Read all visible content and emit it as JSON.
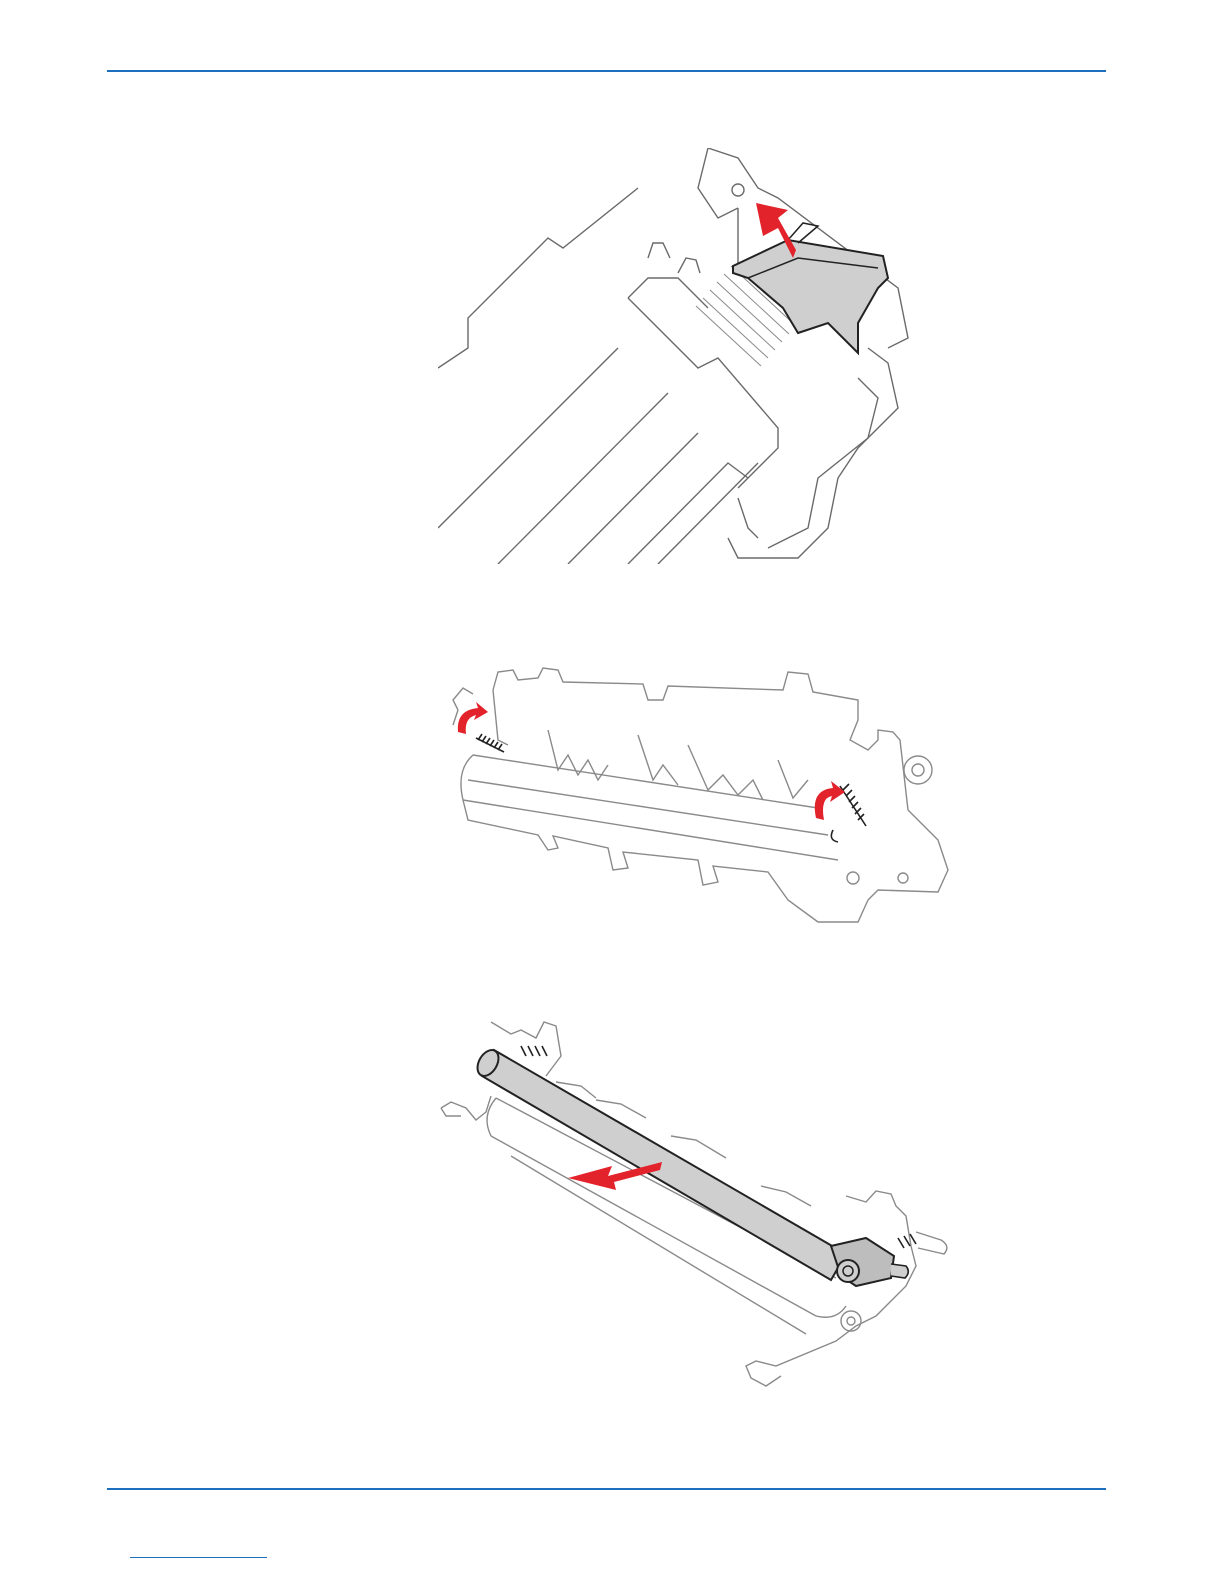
{
  "page": {
    "colors": {
      "rule": "#1f6fbf",
      "arrow": "#e2232b",
      "line_art": "#3b3b3b",
      "light_line": "#9a9a9a",
      "part_fill": "#cfcfcf"
    }
  },
  "figures": [
    {
      "icon": "tray-guide-removal-illustration",
      "arrow": "red-arrow-up"
    },
    {
      "icon": "fuser-springs-illustration",
      "arrow": "red-curved-arrows"
    },
    {
      "icon": "roller-removal-illustration",
      "arrow": "red-arrow-left"
    }
  ]
}
